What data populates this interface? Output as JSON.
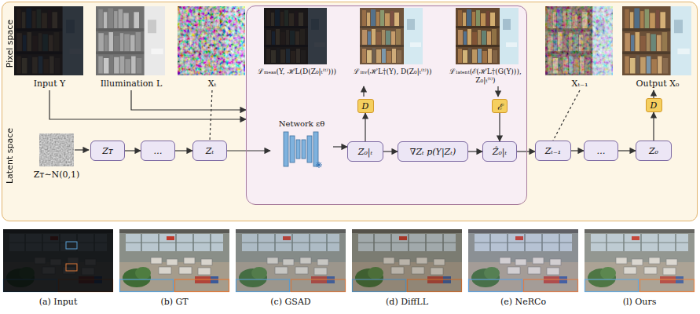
{
  "diagram": {
    "nodes": [
      {
        "text": [
          "Pixel space",
          "Latent space"
        ]
      },
      {
        "text": [
          "Input Y"
        ],
        "in": 0
      },
      {
        "text": [
          "Illumination L"
        ],
        "in": 0
      },
      {
        "text": [
          "Xₜ"
        ],
        "in": 0
      },
      {
        "text": [
          "ℒₘₑₐₛ(Y, ℋL(D(Z₀|ₜ⁽ᵗ⁾)))",
          "ℒᵢₙᵥ(ℋL†(Y), D(Z₀|ₜ⁽ᵗ⁾))",
          "ℒₗₐₜₑₙₜ(ℰ(ℋL†(G(Y))), Z₀|ₜ⁽ᵗ⁾)"
        ],
        "in": 0
      },
      {
        "text": [
          "Zᴛ"
        ],
        "in": 0
      },
      {
        "text": [
          "…"
        ],
        "in": 0
      },
      {
        "text": [
          "Zₜ"
        ],
        "in": 0
      },
      {
        "text": [
          "Network εθ"
        ],
        "in": 4
      },
      {
        "text": [
          "Z₀|ₜ"
        ],
        "in": 4
      },
      {
        "text": [
          "D"
        ],
        "in": 4
      },
      {
        "text": [
          "∇Zₜ p(Y|Zₜ)"
        ],
        "in": 4
      },
      {
        "text": [
          "ℰ"
        ],
        "in": 4
      },
      {
        "text": [
          "Ẑ₀|ₜ"
        ],
        "in": 4
      },
      {
        "text": [
          "Zₜ₋₁"
        ],
        "in": 0
      },
      {
        "text": [
          "…"
        ],
        "in": 0
      },
      {
        "text": [
          "Z₀"
        ],
        "in": 0
      },
      {
        "text": [
          "D"
        ],
        "in": 0
      },
      {
        "text": [
          "Xₜ₋₁"
        ],
        "in": 0
      },
      {
        "text": [
          "Output X₀"
        ],
        "in": 0
      }
    ],
    "edges": [
      {
        "from": 5,
        "to": 6,
        "arrow": "to"
      },
      {
        "from": 6,
        "to": 7,
        "arrow": "to"
      },
      {
        "from": 7,
        "to": 8,
        "arrow": "to"
      },
      {
        "from": 8,
        "to": 9,
        "arrow": "to"
      },
      {
        "from": 9,
        "to": 11,
        "arrow": "to"
      },
      {
        "from": 11,
        "to": 13,
        "arrow": "to"
      },
      {
        "from": 13,
        "to": 14,
        "arrow": "to"
      },
      {
        "from": 14,
        "to": 15,
        "arrow": "to"
      },
      {
        "from": 15,
        "to": 16,
        "arrow": "to"
      },
      {
        "from": 9,
        "to": 10,
        "arrow": "to"
      },
      {
        "from": 12,
        "to": 13,
        "arrow": "to"
      },
      {
        "from": 16,
        "to": 17,
        "arrow": "to"
      },
      {
        "from": 17,
        "to": 19,
        "arrow": "to"
      },
      {
        "from": 1,
        "to": 4,
        "arrow": "to"
      },
      {
        "from": 2,
        "to": 4,
        "arrow": "to"
      },
      {
        "from": 3,
        "to": 7,
        "arrow": "none"
      },
      {
        "from": 18,
        "to": 14,
        "arrow": "none"
      }
    ],
    "labels": [
      "Zᴛ∼N(0,1)",
      "(a) Input",
      "(b) GT",
      "(c) GSAD",
      "(d) DiffLL",
      "(e) NeRCo",
      "(l) Ours"
    ]
  }
}
